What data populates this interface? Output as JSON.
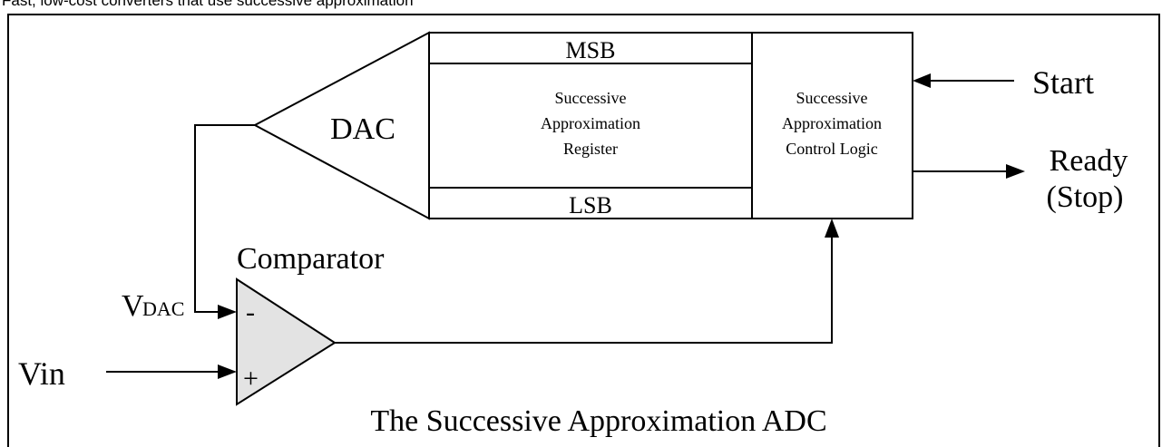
{
  "header_text": "Fast, low-cost converters that use successive approximation",
  "labels": {
    "msb": "MSB",
    "lsb": "LSB",
    "register": [
      "Successive",
      "Approximation",
      "Register"
    ],
    "control_logic": [
      "Successive",
      "Approximation",
      "Control Logic"
    ],
    "dac": "DAC",
    "start": "Start",
    "ready": [
      "Ready",
      "(Stop)"
    ],
    "comparator": "Comparator",
    "vdac_v": "V",
    "vdac_sub": "DAC",
    "vin": "Vin",
    "minus": "-",
    "plus": "+",
    "caption": "The Successive Approximation ADC"
  },
  "colors": {
    "stroke": "#000000",
    "comparator_fill": "#e3e3e3",
    "background": "#ffffff"
  }
}
